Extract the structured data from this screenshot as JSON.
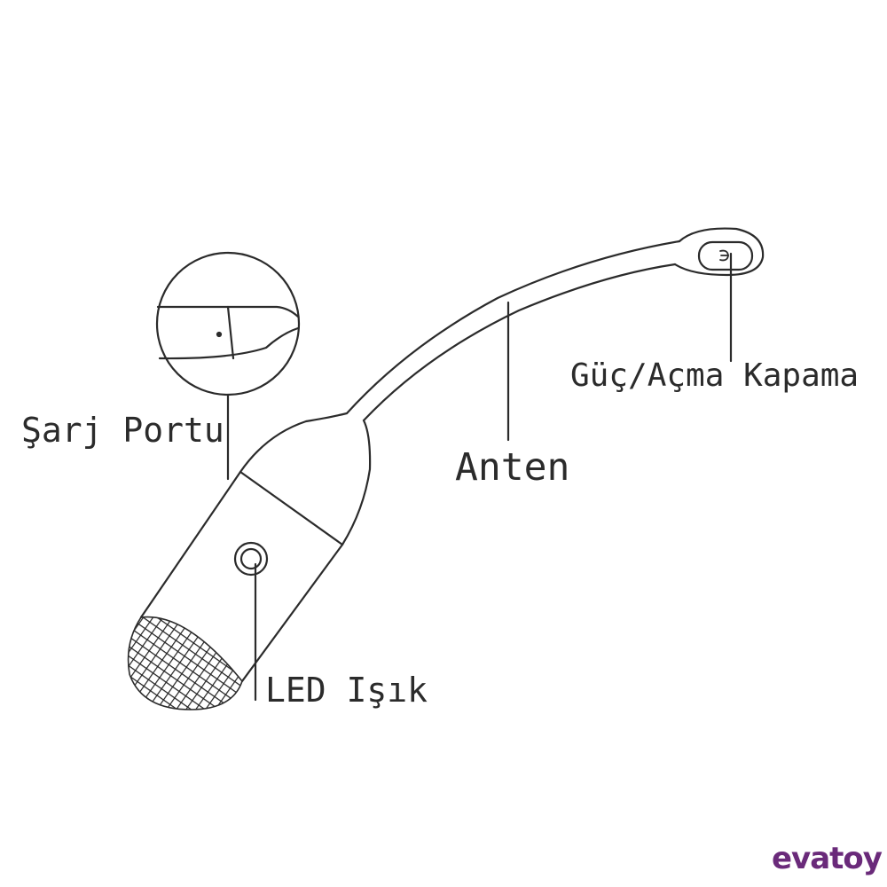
{
  "labels": {
    "charge_port": "Şarj Portu",
    "antenna": "Anten",
    "power": "Güç/Açma Kapama",
    "led": "LED Işık"
  },
  "logo": {
    "text": "evatoy",
    "color": "#6a2a7a"
  },
  "colors": {
    "line": "#2b2b2b",
    "background": "#ffffff"
  }
}
